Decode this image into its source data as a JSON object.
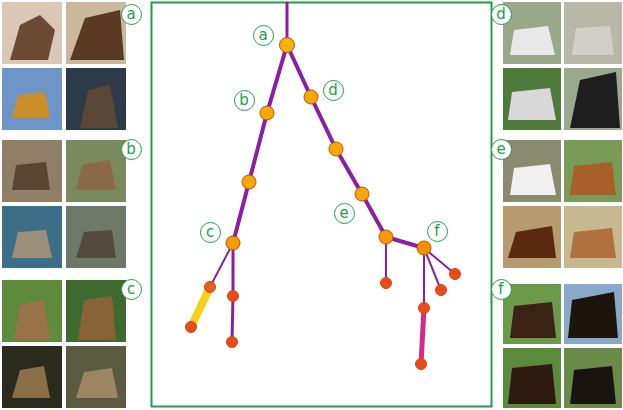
{
  "diagram": {
    "nodes": [
      {
        "text": [
          "a"
        ]
      },
      {
        "text": [
          "b"
        ]
      },
      {
        "text": [
          "c"
        ]
      },
      {
        "text": [
          "a"
        ]
      },
      {
        "text": [
          "b"
        ]
      },
      {
        "text": [
          "c"
        ]
      },
      {
        "text": [
          "d"
        ]
      },
      {
        "text": [
          "e"
        ]
      },
      {
        "text": [
          "f"
        ]
      },
      {
        "text": [
          "d"
        ]
      },
      {
        "text": [
          "e"
        ]
      },
      {
        "text": [
          "f"
        ]
      }
    ]
  }
}
